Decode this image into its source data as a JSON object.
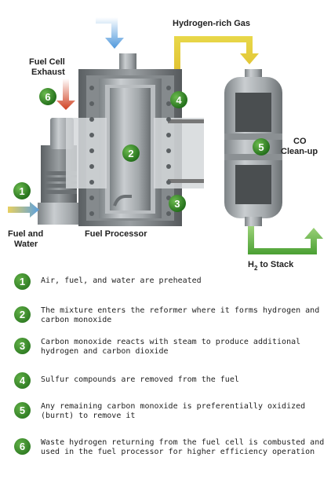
{
  "labels": {
    "hydrogen_gas": "Hydrogen-rich Gas",
    "fuel_cell_exhaust_1": "Fuel Cell",
    "fuel_cell_exhaust_2": "Exhaust",
    "fuel_and_water_1": "Fuel and",
    "fuel_and_water_2": "Water",
    "fuel_processor": "Fuel Processor",
    "co_cleanup_1": "CO",
    "co_cleanup_2": "Clean-up",
    "h2_to_stack_h": "H",
    "h2_to_stack_sub": "2",
    "h2_to_stack_rest": " to Stack"
  },
  "badges": [
    "1",
    "2",
    "3",
    "4",
    "5",
    "6"
  ],
  "steps": [
    {
      "num": "1",
      "text": "Air, fuel, and water are preheated"
    },
    {
      "num": "2",
      "text": "The mixture enters the reformer where it forms hydrogen and carbon monoxide"
    },
    {
      "num": "3",
      "text": "Carbon monoxide reacts with steam to produce additional hydrogen and carbon dioxide"
    },
    {
      "num": "4",
      "text": "Sulfur compounds are removed from the fuel"
    },
    {
      "num": "5",
      "text": "Any remaining carbon monoxide is preferentially oxidized (burnt) to remove it"
    },
    {
      "num": "6",
      "text": "Waste hydrogen returning from the fuel cell is combusted and used in the fuel processor for higher efficiency operation"
    }
  ],
  "colors": {
    "badge_green": "#2f8a25",
    "metal": "#9aa0a3",
    "arrow_blue": "#5aa0e0",
    "arrow_yellow": "#e0d040",
    "arrow_red": "#d04020",
    "arrow_green": "#5ab040"
  }
}
